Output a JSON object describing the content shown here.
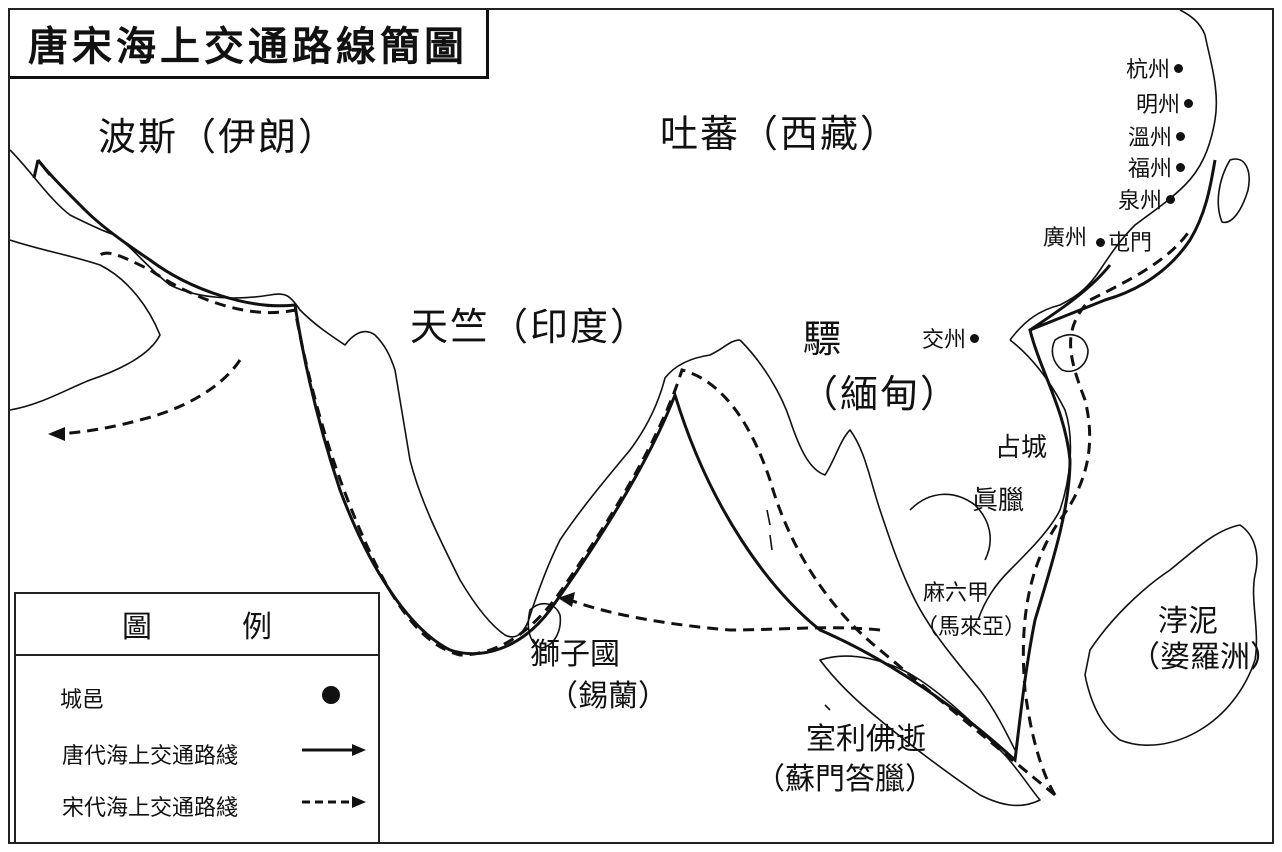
{
  "title": "唐宋海上交通路線簡圖",
  "regions": {
    "persia": "波斯（伊朗）",
    "tibet": "吐蕃（西藏）",
    "india": "天竺（印度）",
    "burma_top": "驃",
    "burma_bottom": "（緬甸）",
    "champa": "占城",
    "chenla": "眞臘",
    "malacca_top": "麻六甲",
    "malacca_bottom": "（馬來亞）",
    "borneo_top": "浡泥",
    "borneo_bottom": "（婆羅洲）",
    "ceylon_top": "獅子國",
    "ceylon_bottom": "（錫蘭）",
    "srivijaya_top": "室利佛逝",
    "srivijaya_bottom": "（蘇門答臘）"
  },
  "cities": {
    "hangzhou": "杭州",
    "mingzhou": "明州",
    "wenzhou": "溫州",
    "fuzhou": "福州",
    "quanzhou": "泉州",
    "guangzhou": "廣州",
    "tunmen": "屯門",
    "jiaozhou": "交州"
  },
  "legend": {
    "title": "圖例",
    "city_label": "城邑",
    "tang_label": "唐代海上交通路綫",
    "song_label": "宋代海上交通路綫"
  },
  "colors": {
    "ink": "#111111",
    "background": "#ffffff"
  }
}
